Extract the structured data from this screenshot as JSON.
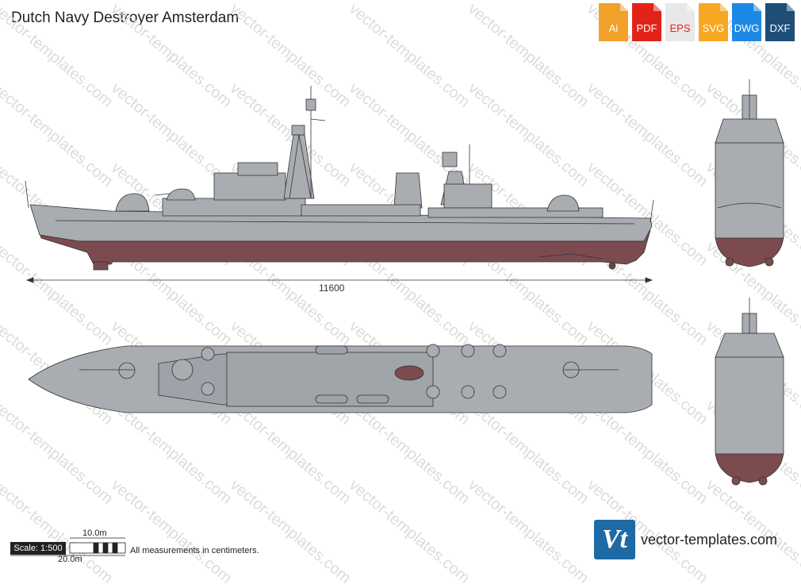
{
  "title": "Dutch Navy Destroyer Amsterdam",
  "formats": [
    {
      "label": "Ai",
      "color": "#f2a12a"
    },
    {
      "label": "PDF",
      "color": "#e2231a"
    },
    {
      "label": "EPS",
      "color": "#e8e8e8"
    },
    {
      "label": "SVG",
      "color": "#f7a823"
    },
    {
      "label": "DWG",
      "color": "#1e88e5"
    },
    {
      "label": "DXF",
      "color": "#1f4e79"
    }
  ],
  "dimension_length": "11600",
  "scale": {
    "label": "Scale: 1:500",
    "mark_10": "10.0m",
    "mark_20": "20.0m"
  },
  "note": "All measurements in centimeters.",
  "brand": {
    "logo_text": "Vt",
    "site": "vector-templates.com"
  },
  "watermark": "vector-templates.com",
  "colors": {
    "hull_grey": "#a9adb2",
    "hull_red": "#7b4b4f",
    "deck_grey": "#9ea3a9",
    "line": "#333333"
  }
}
